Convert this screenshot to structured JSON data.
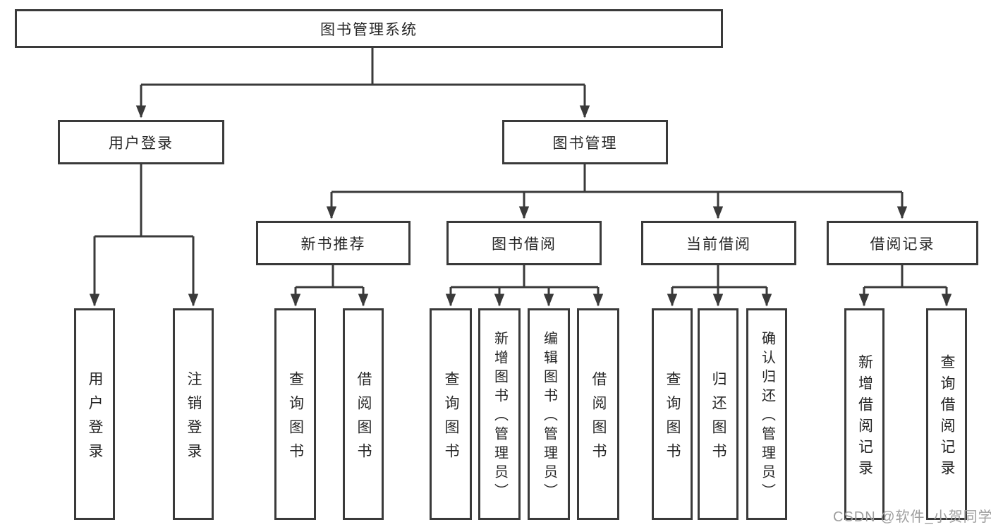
{
  "tree": {
    "label": "图书管理系统",
    "children": [
      {
        "label": "用户登录",
        "children": [
          {
            "label": "用户登录"
          },
          {
            "label": "注销登录"
          }
        ]
      },
      {
        "label": "图书管理",
        "children": [
          {
            "label": "新书推荐",
            "children": [
              {
                "label": "查询图书"
              },
              {
                "label": "借阅图书"
              }
            ]
          },
          {
            "label": "图书借阅",
            "children": [
              {
                "label": "查询图书"
              },
              {
                "label": "新增图书（管理员）"
              },
              {
                "label": "编辑图书（管理员）"
              },
              {
                "label": "借阅图书"
              }
            ]
          },
          {
            "label": "当前借阅",
            "children": [
              {
                "label": "查询图书"
              },
              {
                "label": "归还图书"
              },
              {
                "label": "确认归还（管理员）"
              }
            ]
          },
          {
            "label": "借阅记录",
            "children": [
              {
                "label": "新增借阅记录"
              },
              {
                "label": "查询借阅记录"
              }
            ]
          }
        ]
      }
    ]
  },
  "watermark": {
    "text": "CSDN @软件_小贺同学"
  },
  "colors": {
    "line": "#3a3a3a",
    "box_border": "#3a3a3a",
    "box_fill": "#ffffff",
    "text": "#262626",
    "watermark": "#9e9e9e",
    "background": "#ffffff"
  }
}
